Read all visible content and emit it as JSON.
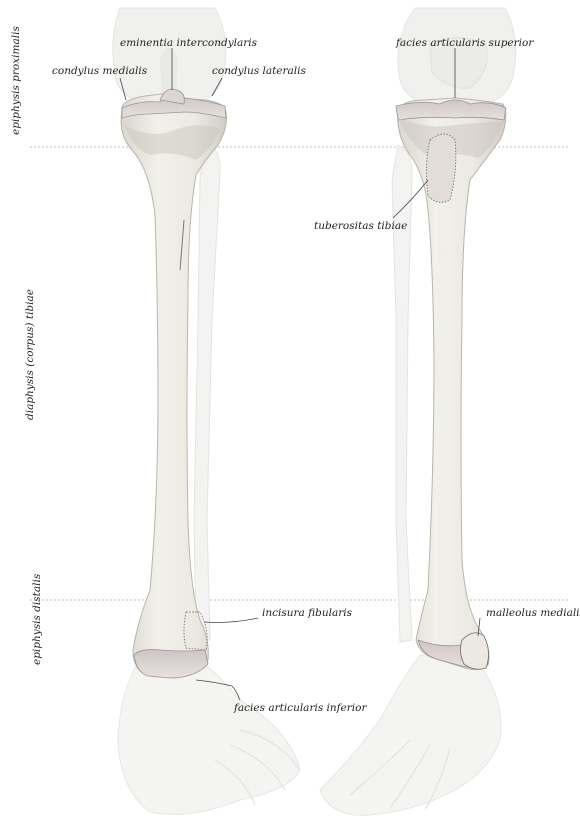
{
  "regions": {
    "proximal": "epiphysis proximalis",
    "shaft": "diaphysis (corpus) tibiae",
    "distal": "epiphysis distalis"
  },
  "labels": {
    "eminentia": "eminentia intercondylaris",
    "condylus_medialis": "condylus medialis",
    "condylus_lateralis": "condylus lateralis",
    "facies_superior": "facies articularis superior",
    "tuberositas": "tuberositas tibiae",
    "incisura": "incisura fibularis",
    "facies_inferior": "facies articularis inferior",
    "malleolus": "malleolus medialis"
  },
  "colors": {
    "bone": "#ecebe4",
    "bone_shade": "#d7d5cc",
    "ghost": "#f1f1f1",
    "articular": "#b9adb0",
    "line": "#555555"
  }
}
